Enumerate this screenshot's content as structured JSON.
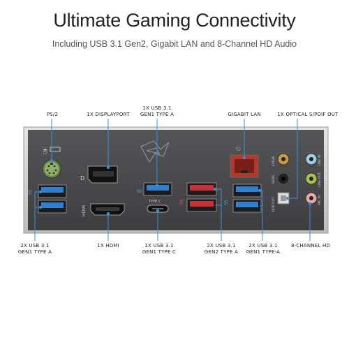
{
  "header": {
    "title": "Ultimate Gaming Connectivity",
    "subtitle": "Including USB 3.1 Gen2, Gigabit LAN and 8-Channel HD Audio"
  },
  "labels_top": {
    "ps2": "PS/2",
    "displayport": "1X DISPLAYPORT",
    "usb_gen1_a_line1": "1X USB 3.1",
    "usb_gen1_a_line2": "GEN1 TYPE A",
    "lan": "GIGABIT LAN",
    "optical": "1X OPTICAL S/PDIF OUT"
  },
  "labels_bottom": {
    "usb_left_line1": "2X USB 3.1",
    "usb_left_line2": "GEN1 TYPE A",
    "hdmi": "1X HDMI",
    "usb_c_line1": "1X USB 3.1",
    "usb_c_line2": "GEN1 TYPE C",
    "usb_gen2_line1": "2X USB 3.1",
    "usb_gen2_line2": "GEN2 TYPE A",
    "usb_right_line1": "2X USB 3.1",
    "usb_right_line2": "GEN1 TYPE-A",
    "audio": "8-CHANNEL HD"
  },
  "panel_text": {
    "hdmi": "HDMI",
    "type_c": "TYPE C",
    "c_sub": "C/SUB",
    "rear": "REAR",
    "side_out": "SIDE OUT",
    "line_in": "LINE IN",
    "line_out": "LINE OUT",
    "mic_in": "MIC IN",
    "ss_logo": "SS"
  },
  "colors": {
    "panel": "#4a4a4d",
    "usb_gen1": "#2f7fd3",
    "usb_gen2": "#c8303a",
    "ps2": "#7fa35b",
    "line_in": "#9ccde0",
    "line_out": "#a4c64a",
    "mic_in": "#e8a8a8",
    "c_sub": "#c99a40",
    "callout": "#3b8fd8"
  }
}
